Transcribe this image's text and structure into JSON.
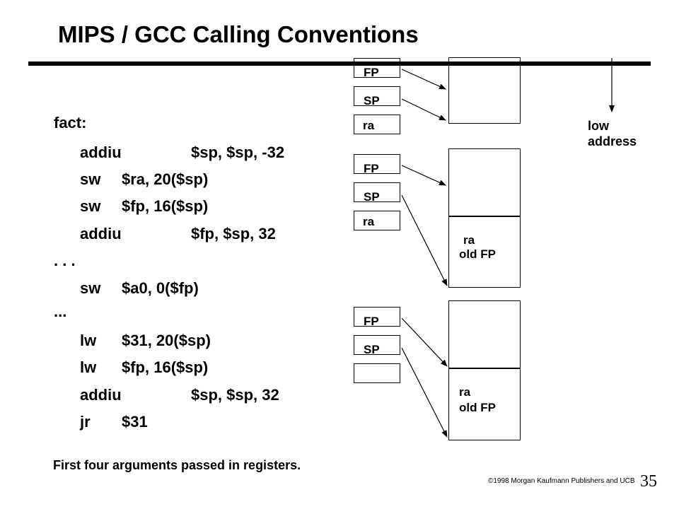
{
  "title": "MIPS / GCC Calling Conventions",
  "code": {
    "label": "fact:",
    "lines": [
      {
        "op": "addiu",
        "args": "$sp, $sp, -32"
      },
      {
        "op": "sw",
        "args": "$ra, 20($sp)"
      },
      {
        "op": "sw",
        "args": "$fp, 16($sp)"
      },
      {
        "op": "addiu",
        "args": "$fp, $sp, 32"
      },
      {
        "op": ". . .",
        "args": ""
      },
      {
        "op": "sw",
        "args": "$a0, 0($fp)"
      },
      {
        "op": "...",
        "args": ""
      },
      {
        "op": "lw",
        "args": "$31, 20($sp)"
      },
      {
        "op": "lw",
        "args": "$fp, 16($sp)"
      },
      {
        "op": "addiu",
        "args": "$sp, $sp, 32"
      },
      {
        "op": "jr",
        "args": "$31"
      }
    ]
  },
  "registers": {
    "group1": {
      "fp": "FP",
      "sp": "SP",
      "ra": "ra"
    },
    "group2": {
      "fp": "FP",
      "sp": "SP",
      "ra": "ra"
    },
    "group3": {
      "fp": "FP",
      "sp": "SP",
      "ra": ""
    }
  },
  "frames": {
    "frame2": {
      "ra": "ra",
      "old_fp": "old FP"
    },
    "frame3": {
      "ra": "ra",
      "old_fp": "old FP"
    }
  },
  "low_address": {
    "line1": "low",
    "line2": "address"
  },
  "note": "First four arguments passed in registers.",
  "copyright": "©1998 Morgan Kaufmann Publishers and UCB",
  "slide_number": "35"
}
